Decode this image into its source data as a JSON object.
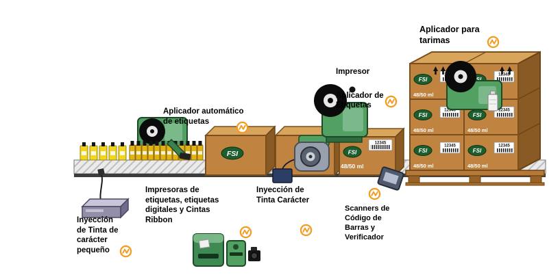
{
  "colors": {
    "accent-orange": "#f49b20",
    "machine-green": "#53a063",
    "box-brown": "#c08440",
    "logo-green": "#1e5e2e"
  },
  "icons": {
    "link_marker": "orange-circle-zigzag"
  },
  "labels": {
    "small_character_inkjet": "Inyección\nde Tinta de\ncarácter\npequeño",
    "label_printers": "Impresoras de\netiquetas, etiquetas\ndigitales y Cintas\nRibbon",
    "auto_label_applicator": "Aplicador automático\nde etiquetas",
    "character_inkjet": "Inyección de\nTinta Carácter",
    "print_apply_title": "Impresor",
    "print_apply_subtitle": "Aplicador de\nEtiquetas",
    "scanners": "Scanners de\nCódigo de\nBarras y\nVerificador",
    "pallet_applicator": "Aplicador para\ntarimas"
  },
  "box": {
    "brand": "FSI",
    "volume": "48/50 ml",
    "barcode": "12345"
  }
}
